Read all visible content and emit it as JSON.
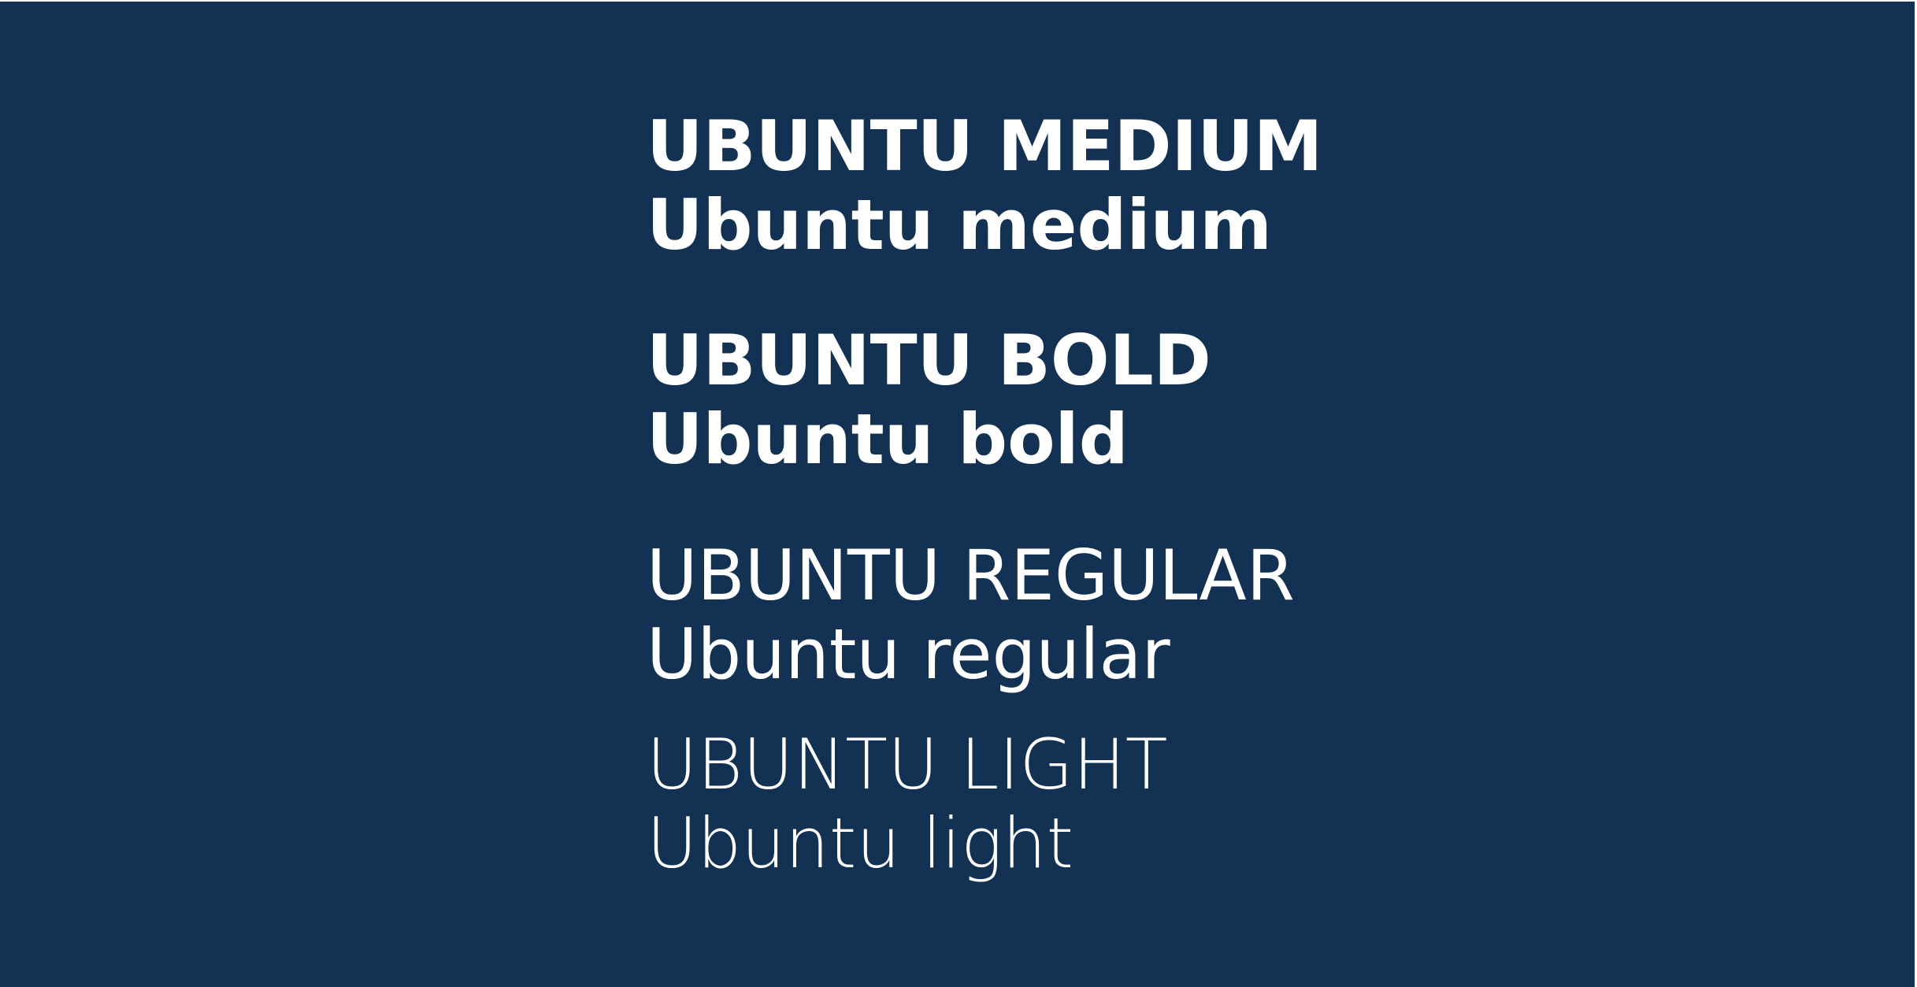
{
  "background_color": "#133153",
  "text_color": "#ffffff",
  "samples": [
    {
      "weight": "medium",
      "uppercase": "UBUNTU MEDIUM",
      "mixedcase": "Ubuntu medium"
    },
    {
      "weight": "bold",
      "uppercase": "UBUNTU BOLD",
      "mixedcase": "Ubuntu bold"
    },
    {
      "weight": "regular",
      "uppercase": "UBUNTU REGULAR",
      "mixedcase": "Ubuntu regular"
    },
    {
      "weight": "light",
      "uppercase": "UBUNTU LIGHT",
      "mixedcase": "Ubuntu light"
    }
  ]
}
